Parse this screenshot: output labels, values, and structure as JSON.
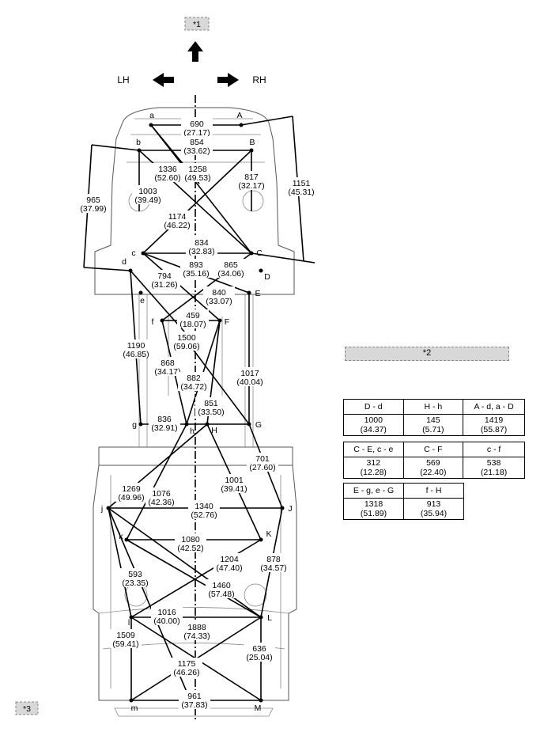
{
  "callouts": {
    "top": "*1",
    "mid": "*2",
    "bottom": "*3"
  },
  "directions": {
    "lh": "LH",
    "rh": "RH"
  },
  "points": {
    "a": "a",
    "A": "A",
    "b": "b",
    "B": "B",
    "c": "c",
    "C": "C",
    "d": "d",
    "D": "D",
    "e": "e",
    "E": "E",
    "f": "f",
    "F": "F",
    "g": "g",
    "G": "G",
    "h": "h",
    "H": "H",
    "j": "j",
    "J": "J",
    "k": "k",
    "K": "K",
    "l": "l",
    "L": "L",
    "m": "m",
    "M": "M"
  },
  "dimensions": [
    {
      "mm": "690",
      "in": "(27.17)"
    },
    {
      "mm": "854",
      "in": "(33.62)"
    },
    {
      "mm": "1336",
      "in": "(52.60)"
    },
    {
      "mm": "1258",
      "in": "(49.53)"
    },
    {
      "mm": "817",
      "in": "(32.17)"
    },
    {
      "mm": "1151",
      "in": "(45.31)"
    },
    {
      "mm": "965",
      "in": "(37.99)"
    },
    {
      "mm": "1003",
      "in": "(39.49)"
    },
    {
      "mm": "1174",
      "in": "(46.22)"
    },
    {
      "mm": "834",
      "in": "(32.83)"
    },
    {
      "mm": "893",
      "in": "(35.16)"
    },
    {
      "mm": "865",
      "in": "(34.06)"
    },
    {
      "mm": "794",
      "in": "(31.26)"
    },
    {
      "mm": "840",
      "in": "(33.07)"
    },
    {
      "mm": "459",
      "in": "(18.07)"
    },
    {
      "mm": "1500",
      "in": "(59.06)"
    },
    {
      "mm": "1190",
      "in": "(46.85)"
    },
    {
      "mm": "868",
      "in": "(34.17)"
    },
    {
      "mm": "882",
      "in": "(34.72)"
    },
    {
      "mm": "1017",
      "in": "(40.04)"
    },
    {
      "mm": "851",
      "in": "(33.50)"
    },
    {
      "mm": "836",
      "in": "(32.91)"
    },
    {
      "mm": "701",
      "in": "(27.60)"
    },
    {
      "mm": "1269",
      "in": "(49.96)"
    },
    {
      "mm": "1076",
      "in": "(42.36)"
    },
    {
      "mm": "1001",
      "in": "(39.41)"
    },
    {
      "mm": "1340",
      "in": "(52.76)"
    },
    {
      "mm": "1080",
      "in": "(42.52)"
    },
    {
      "mm": "1204",
      "in": "(47.40)"
    },
    {
      "mm": "878",
      "in": "(34.57)"
    },
    {
      "mm": "593",
      "in": "(23.35)"
    },
    {
      "mm": "1460",
      "in": "(57.48)"
    },
    {
      "mm": "1016",
      "in": "(40.00)"
    },
    {
      "mm": "1509",
      "in": "(59.41)"
    },
    {
      "mm": "1888",
      "in": "(74.33)"
    },
    {
      "mm": "636",
      "in": "(25.04)"
    },
    {
      "mm": "1175",
      "in": "(46.26)"
    },
    {
      "mm": "961",
      "in": "(37.83)"
    }
  ],
  "table": {
    "groups": [
      {
        "headers": [
          "D - d",
          "H - h",
          "A - d, a - D"
        ],
        "mm": [
          "1000",
          "145",
          "1419"
        ],
        "in": [
          "(34.37)",
          "(5.71)",
          "(55.87)"
        ]
      },
      {
        "headers": [
          "C - E, c - e",
          "C - F",
          "c - f"
        ],
        "mm": [
          "312",
          "569",
          "538"
        ],
        "in": [
          "(12.28)",
          "(22.40)",
          "(21.18)"
        ]
      },
      {
        "headers": [
          "E - g, e - G",
          "f - H"
        ],
        "mm": [
          "1318",
          "913"
        ],
        "in": [
          "(51.89)",
          "(35.94)"
        ]
      }
    ]
  }
}
